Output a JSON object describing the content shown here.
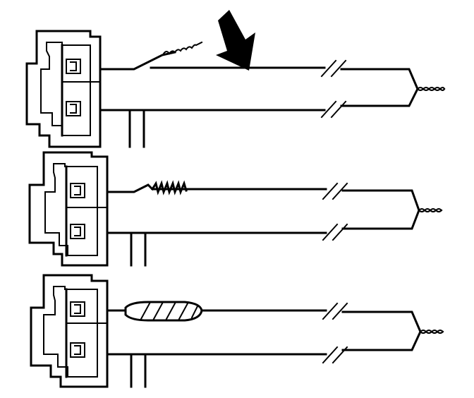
{
  "diagram": {
    "colors": {
      "ink": "#000000",
      "paper": "#ffffff"
    },
    "panels": [
      {
        "step": "exposed-twisted-strands",
        "pointer_arrow": true
      },
      {
        "step": "strands-twisted-together",
        "pointer_arrow": false
      },
      {
        "step": "splice-wrapped-with-tape",
        "pointer_arrow": false
      }
    ]
  }
}
